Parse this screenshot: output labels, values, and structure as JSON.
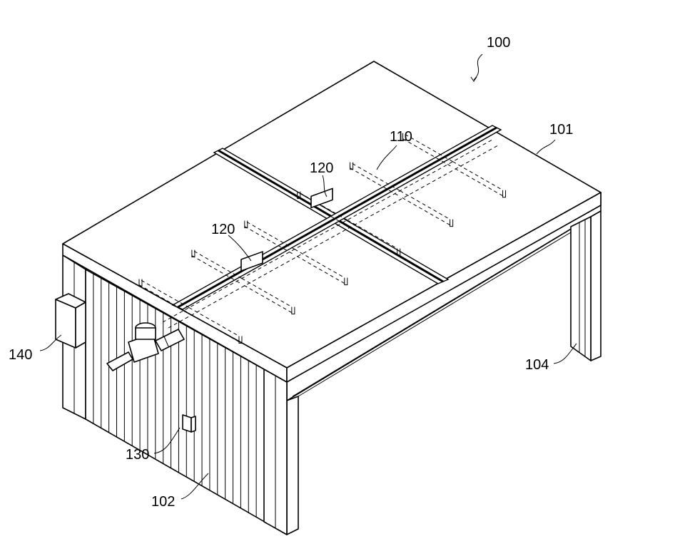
{
  "figure": {
    "labels": {
      "assembly": "100",
      "top_panel": "101",
      "side_wall": "102",
      "leg": "104",
      "pipe_network": "110",
      "nozzle_a": "120",
      "nozzle_b": "120",
      "sensor": "130",
      "control_box": "140"
    }
  }
}
